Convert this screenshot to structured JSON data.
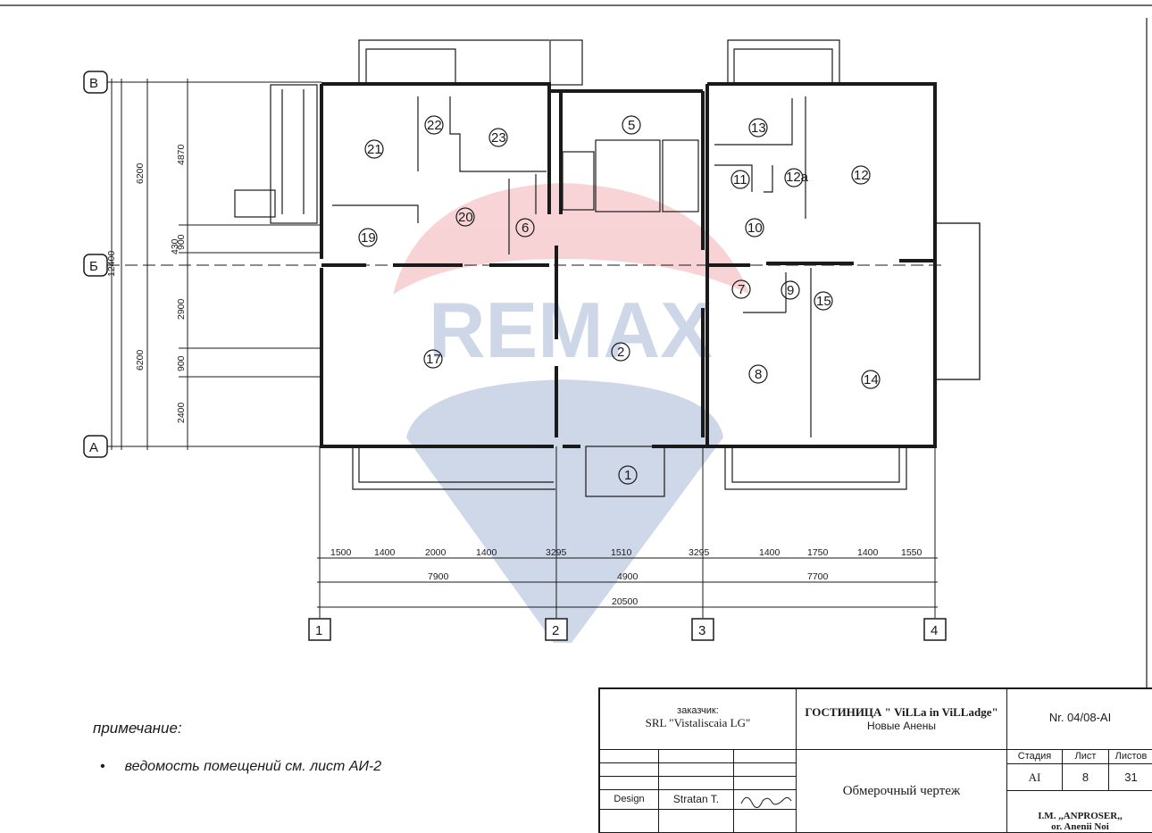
{
  "axes": {
    "letters": [
      "В",
      "Б",
      "А"
    ],
    "numbers": [
      "1",
      "2",
      "3",
      "4"
    ]
  },
  "dimensions": {
    "left_vertical": [
      "6200",
      "4870",
      "430",
      "900",
      "12400",
      "2900",
      "900",
      "6200",
      "2400"
    ],
    "bottom_row1": [
      "1500",
      "1400",
      "2000",
      "1400",
      "3295",
      "1510",
      "3295",
      "1400",
      "1750",
      "1400",
      "1550"
    ],
    "bottom_row2": [
      "7900",
      "4900",
      "7700"
    ],
    "bottom_total": "20500"
  },
  "rooms": [
    "21",
    "22",
    "23",
    "5",
    "13",
    "12",
    "11",
    "12a",
    "20",
    "6",
    "10",
    "19",
    "7",
    "9",
    "15",
    "17",
    "2",
    "8",
    "14",
    "1"
  ],
  "watermark": {
    "text": "REMAX",
    "color": "#dd3b43",
    "secondary_color": "#1f4e9c"
  },
  "notes": {
    "title": "примечание:",
    "item": "ведомость  помещений см.  лист АИ-2"
  },
  "title_block": {
    "customer_label": "заказчик:",
    "customer": "SRL  \"Vistaliscaia LG\"",
    "project_title": "ГОСТИНИЦА \" ViLLa  in  ViLLadge\"",
    "project_location": "Новые  Анены",
    "doc_number": "Nr. 04/08-AI",
    "stage_header": "Стадия",
    "sheet_header": "Лист",
    "sheets_header": "Листов",
    "stage": "AI",
    "sheet": "8",
    "sheets": "31",
    "design_label": "Design",
    "designer": "Stratan T.",
    "drawing_name": "Обмерочный  чертеж",
    "org_line1": "I.M.  ,,ANPROSER,,",
    "org_line2": "or. Anenii Noi"
  }
}
